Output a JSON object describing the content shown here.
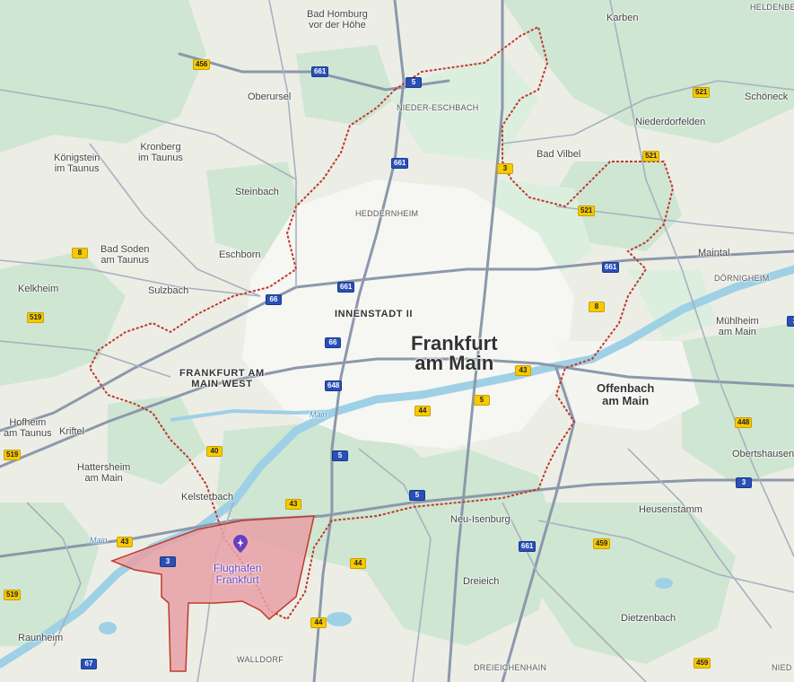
{
  "map": {
    "city_label": [
      "Frankfurt",
      "am Main"
    ],
    "district_labels": [
      {
        "id": "innenstadt",
        "text": "INNENSTADT II"
      },
      {
        "id": "frankfurt-west",
        "text": "FRANKFURT AM\nMAIN WEST"
      }
    ],
    "offenbach": "Offenbach\nam Main",
    "airport_name": "Flughafen\nFrankfurt",
    "river_label": "Main",
    "river_label_2": "Main",
    "places": [
      {
        "id": "bad-homburg",
        "text": "Bad Homburg\nvor der Höhe"
      },
      {
        "id": "karben",
        "text": "Karben"
      },
      {
        "id": "heldenbergen",
        "text": "HELDENBE"
      },
      {
        "id": "oberursel",
        "text": "Oberursel"
      },
      {
        "id": "nieder-eschbach",
        "text": "NIEDER-ESCHBACH"
      },
      {
        "id": "schoeneck",
        "text": "Schöneck"
      },
      {
        "id": "niederdorfelden",
        "text": "Niederdorfelden"
      },
      {
        "id": "koenigstein",
        "text": "Königstein\nim Taunus"
      },
      {
        "id": "kronberg",
        "text": "Kronberg\nim Taunus"
      },
      {
        "id": "bad-vilbel",
        "text": "Bad Vilbel"
      },
      {
        "id": "steinbach",
        "text": "Steinbach"
      },
      {
        "id": "heddernheim",
        "text": "HEDDERNHEIM"
      },
      {
        "id": "bad-soden",
        "text": "Bad Soden\nam Taunus"
      },
      {
        "id": "eschborn",
        "text": "Eschborn"
      },
      {
        "id": "maintal",
        "text": "Maintal"
      },
      {
        "id": "doernigheim",
        "text": "DÖRNIGHEIM"
      },
      {
        "id": "kelkheim",
        "text": "Kelkheim"
      },
      {
        "id": "sulzbach",
        "text": "Sulzbach"
      },
      {
        "id": "muehlheim",
        "text": "Mühlheim\nam Main"
      },
      {
        "id": "hofheim",
        "text": "Hofheim\nam Taunus"
      },
      {
        "id": "kriftel",
        "text": "Kriftel"
      },
      {
        "id": "obertshausen",
        "text": "Obertshausen"
      },
      {
        "id": "hattersheim",
        "text": "Hattersheim\nam Main"
      },
      {
        "id": "kelsterbach",
        "text": "Kelsterbach"
      },
      {
        "id": "heusenstamm",
        "text": "Heusenstamm"
      },
      {
        "id": "neu-isenburg",
        "text": "Neu-Isenburg"
      },
      {
        "id": "dreieich",
        "text": "Dreieich"
      },
      {
        "id": "dietzenbach",
        "text": "Dietzenbach"
      },
      {
        "id": "raunheim",
        "text": "Raunheim"
      },
      {
        "id": "walldorf",
        "text": "WALLDORF"
      },
      {
        "id": "dreieichenhain",
        "text": "DREIEICHENHAIN"
      },
      {
        "id": "nieder",
        "text": "NIED"
      }
    ],
    "shields": [
      {
        "id": "b456-top",
        "text": "456",
        "type": "yellow"
      },
      {
        "id": "a661-top",
        "text": "661",
        "type": "blue"
      },
      {
        "id": "a5-top",
        "text": "5",
        "type": "blue"
      },
      {
        "id": "b521-top",
        "text": "521",
        "type": "yellow"
      },
      {
        "id": "b521-mid",
        "text": "521",
        "type": "yellow"
      },
      {
        "id": "b521-low",
        "text": "521",
        "type": "yellow"
      },
      {
        "id": "a661-mid",
        "text": "661",
        "type": "blue"
      },
      {
        "id": "b3",
        "text": "3",
        "type": "yellow"
      },
      {
        "id": "b8",
        "text": "8",
        "type": "yellow"
      },
      {
        "id": "a66-west",
        "text": "66",
        "type": "blue"
      },
      {
        "id": "a661-center",
        "text": "661",
        "type": "blue"
      },
      {
        "id": "a66-mid",
        "text": "66",
        "type": "blue"
      },
      {
        "id": "a661-east",
        "text": "661",
        "type": "blue"
      },
      {
        "id": "b8-east",
        "text": "8",
        "type": "yellow"
      },
      {
        "id": "b519",
        "text": "519",
        "type": "yellow"
      },
      {
        "id": "a648",
        "text": "648",
        "type": "blue"
      },
      {
        "id": "a5-center",
        "text": "5",
        "type": "blue"
      },
      {
        "id": "b43",
        "text": "43",
        "type": "yellow"
      },
      {
        "id": "b44",
        "text": "44",
        "type": "yellow"
      },
      {
        "id": "b3-center",
        "text": "3",
        "type": "yellow"
      },
      {
        "id": "b448",
        "text": "448",
        "type": "yellow"
      },
      {
        "id": "b40",
        "text": "40",
        "type": "yellow"
      },
      {
        "id": "b519-left",
        "text": "519",
        "type": "yellow"
      },
      {
        "id": "a5-lower",
        "text": "5",
        "type": "blue"
      },
      {
        "id": "a3",
        "text": "3",
        "type": "blue"
      },
      {
        "id": "b43-south",
        "text": "43",
        "type": "yellow"
      },
      {
        "id": "a5-south",
        "text": "5",
        "type": "blue"
      },
      {
        "id": "b43-kelst",
        "text": "43",
        "type": "yellow"
      },
      {
        "id": "a3-airport",
        "text": "3",
        "type": "blue"
      },
      {
        "id": "a661-south",
        "text": "661",
        "type": "blue"
      },
      {
        "id": "b459",
        "text": "459",
        "type": "yellow"
      },
      {
        "id": "b44-south",
        "text": "44",
        "type": "yellow"
      },
      {
        "id": "b44-walldorf",
        "text": "44",
        "type": "yellow"
      },
      {
        "id": "b519-bottom",
        "text": "519",
        "type": "yellow"
      },
      {
        "id": "a67",
        "text": "67",
        "type": "blue"
      },
      {
        "id": "b459-bottom",
        "text": "459",
        "type": "yellow"
      },
      {
        "id": "b3-east",
        "text": "3",
        "type": "blue"
      }
    ],
    "colors": {
      "land": "#eef0ea",
      "green": "#cfe8d4",
      "urban": "#f7f7f5",
      "water": "#9ed0e6",
      "road": "#8a97aa",
      "boundary": "#c0392b",
      "airport_fill": "#e8a0a6",
      "airport_stroke": "#c0392b",
      "shield_yellow": "#f7c900",
      "shield_blue": "#2a4fb5",
      "pin": "#6a3fbf"
    }
  }
}
